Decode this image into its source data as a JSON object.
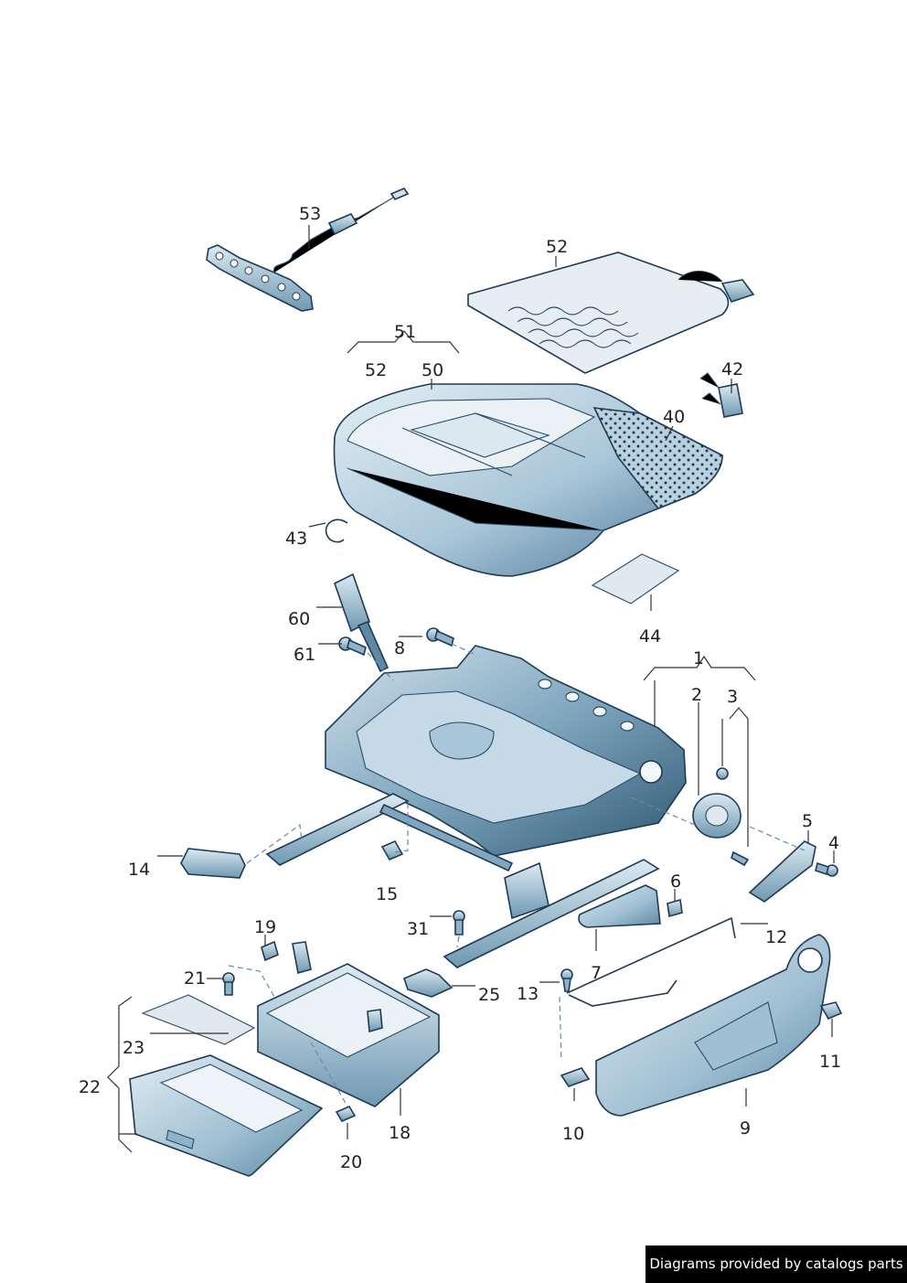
{
  "labels": {
    "p1": "1",
    "p2": "2",
    "p3": "3",
    "p4": "4",
    "p5": "5",
    "p6": "6",
    "p7": "7",
    "p8": "8",
    "p9": "9",
    "p10": "10",
    "p11": "11",
    "p12": "12",
    "p13": "13",
    "p14": "14",
    "p15": "15",
    "p18": "18",
    "p19": "19",
    "p20": "20",
    "p21": "21",
    "p22": "22",
    "p23": "23",
    "p25": "25",
    "p31": "31",
    "p40": "40",
    "p42": "42",
    "p43": "43",
    "p44": "44",
    "p50": "50",
    "p51": "51",
    "p52a": "52",
    "p52b": "52",
    "p53": "53",
    "p60": "60",
    "p61": "61"
  },
  "credit": "Diagrams provided by catalogs parts",
  "colors": {
    "part_fill": "#cfe0ea",
    "part_fill_dark": "#8fb3c9",
    "part_stroke": "#1e3a55",
    "mesh_fill": "#e9eef2",
    "credit_bg": "#000000",
    "credit_text": "#ffffff"
  }
}
